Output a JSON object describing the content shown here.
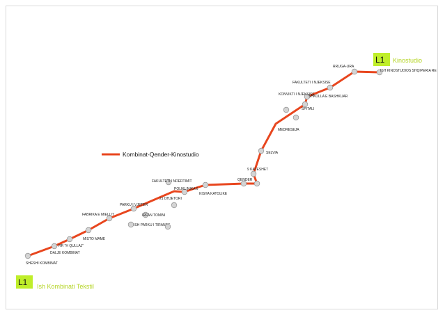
{
  "colors": {
    "route": "#e8461e",
    "stop_fill": "#d4d4d4",
    "stop_stroke": "#9a9a9a",
    "badge": "#bfee2a",
    "terminal_text": "#b5d526"
  },
  "legend": {
    "label": "Kombinat-Qender-Kinostudio"
  },
  "terminals": {
    "north": {
      "line": "L1",
      "name": "Kinostudio"
    },
    "south": {
      "line": "L1",
      "name": "Ish Kombinati Tekstil"
    }
  },
  "stops": [
    {
      "label": "SHESHI KOMBINAT",
      "on_route": true
    },
    {
      "label": "DALJE KOMBINAT",
      "on_route": true
    },
    {
      "label": "RR \"H QULLAJ\"",
      "on_route": true
    },
    {
      "label": "MISTO MAME",
      "on_route": true
    },
    {
      "label": "FABRIKA E MIELLIT",
      "on_route": true
    },
    {
      "label": "PARKU I VJETER",
      "on_route": true
    },
    {
      "label": "IRFAN TOMINI",
      "on_route": false
    },
    {
      "label": "ISH PARKU I TIRANES",
      "on_route": false
    },
    {
      "label": "21 DHJETORI",
      "on_route": true
    },
    {
      "label": "POLIKLINIKA 6",
      "on_route": true
    },
    {
      "label": "FAKULTETI I NDERTIMIT",
      "on_route": false
    },
    {
      "label": "KISHA KATOLIKE",
      "on_route": true
    },
    {
      "label": "QENDER",
      "on_route": true
    },
    {
      "label": "9 KATESHET",
      "on_route": true
    },
    {
      "label": "SELVIA",
      "on_route": true
    },
    {
      "label": "MEDRESEJA",
      "on_route": true
    },
    {
      "label": "SPITALI",
      "on_route": true
    },
    {
      "label": "SHKOLLA E BASHKUAR",
      "on_route": true
    },
    {
      "label": "KONVIKTI I NJEKSISE",
      "on_route": false
    },
    {
      "label": "FAKULTETI I NJEKSISE",
      "on_route": true
    },
    {
      "label": "RRUGA-URA",
      "on_route": true
    },
    {
      "label": "ISH KINOSTUDIOS SHQIPERIA RE",
      "on_route": true
    }
  ]
}
